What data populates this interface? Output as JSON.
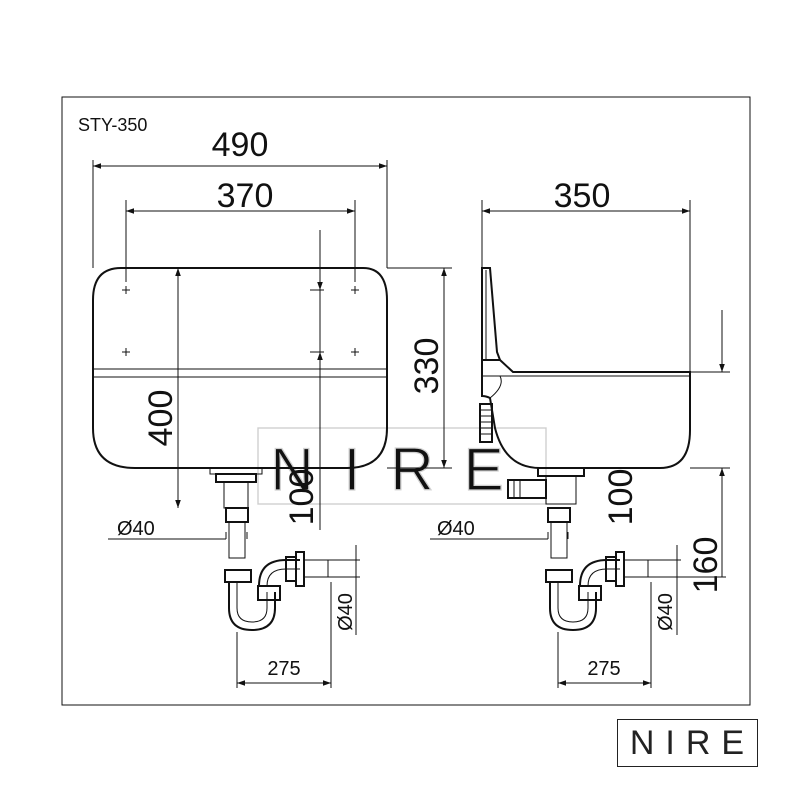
{
  "model": "STY-350",
  "brand": "NIRE",
  "front_view": {
    "width_overall": "490",
    "width_mount": "370",
    "height_total": "400",
    "height_bowl": "330",
    "outlet_height": "100",
    "outlet_diameter": "Ø40",
    "trap_diameter": "Ø40",
    "trap_offset": "275"
  },
  "side_view": {
    "depth": "350",
    "outlet_height": "100",
    "trap_height": "160",
    "outlet_diameter": "Ø40",
    "trap_diameter": "Ø40",
    "trap_offset": "275"
  }
}
